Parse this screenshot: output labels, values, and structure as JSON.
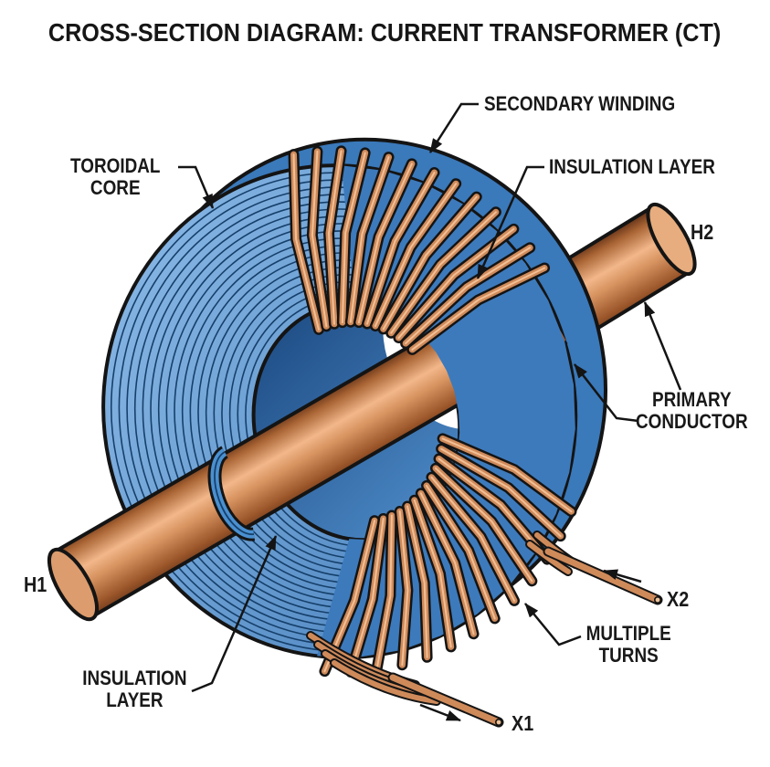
{
  "title": "CROSS-SECTION DIAGRAM: CURRENT TRANSFORMER (CT)",
  "labels": {
    "toroidal_core": "TOROIDAL\nCORE",
    "secondary_winding": "SECONDARY WINDING",
    "insulation_layer_top": "INSULATION LAYER",
    "primary_conductor": "PRIMARY\nCONDUCTOR",
    "multiple_turns": "MULTIPLE\nTURNS",
    "insulation_layer_bottom": "INSULATION\nLAYER"
  },
  "terminals": {
    "h1": "H1",
    "h2": "H2",
    "x1": "X1",
    "x2": "X2"
  },
  "colors": {
    "background": "#ffffff",
    "core_face": "#6fa6d9",
    "lamination_line": "#16406b",
    "insulation_band": "#3c7abc",
    "hole_shadow": "#24568e",
    "collar": "#4a90d0",
    "copper_highlight": "#f2c096",
    "copper_mid": "#cd8352",
    "copper_shadow": "#703a1b",
    "winding_wire": "#cf8a5a",
    "outline": "#141414"
  }
}
